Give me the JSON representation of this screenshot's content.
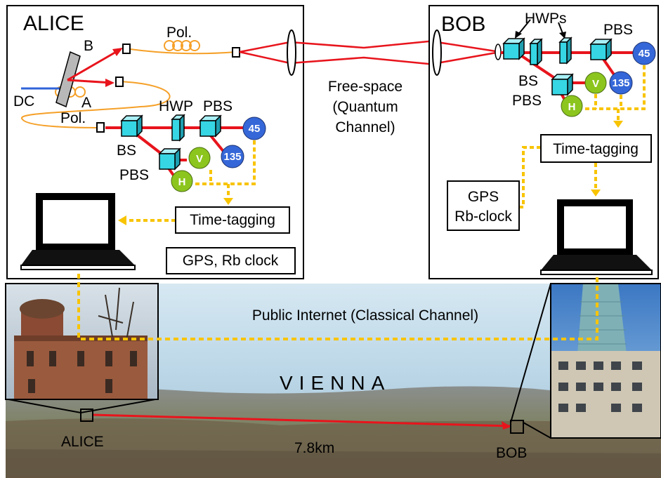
{
  "alice": {
    "title": "ALICE",
    "labels": {
      "dc": "DC",
      "b": "B",
      "a": "A",
      "pol_top": "Pol.",
      "pol_left": "Pol.",
      "hwp": "HWP",
      "pbs_top": "PBS",
      "bs": "BS",
      "pbs_bottom": "PBS"
    },
    "detectors": {
      "d45": "45",
      "d135": "135",
      "v": "V",
      "h": "H"
    },
    "time_tagging": "Time-tagging",
    "clock": "GPS, Rb clock"
  },
  "bob": {
    "title": "BOB",
    "labels": {
      "hwps": "HWPs",
      "pbs_top": "PBS",
      "bs": "BS",
      "pbs_bottom": "PBS"
    },
    "detectors": {
      "d45": "45",
      "d135": "135",
      "v": "V",
      "h": "H"
    },
    "time_tagging": "Time-tagging",
    "clock_line1": "GPS",
    "clock_line2": "Rb-clock"
  },
  "quantum_channel": {
    "line1": "Free-space",
    "line2": "(Quantum",
    "line3": "Channel)"
  },
  "classical_channel": "Public Internet (Classical Channel)",
  "map": {
    "city": "VIENNA",
    "alice": "ALICE",
    "bob": "BOB",
    "distance": "7.8km"
  },
  "colors": {
    "beam": "#e8141c",
    "fiber": "#f5a028",
    "classical": "#f8c400",
    "cube": "#36d6e4",
    "detector_blue": "#3567d8",
    "detector_green": "#8cc51e"
  }
}
